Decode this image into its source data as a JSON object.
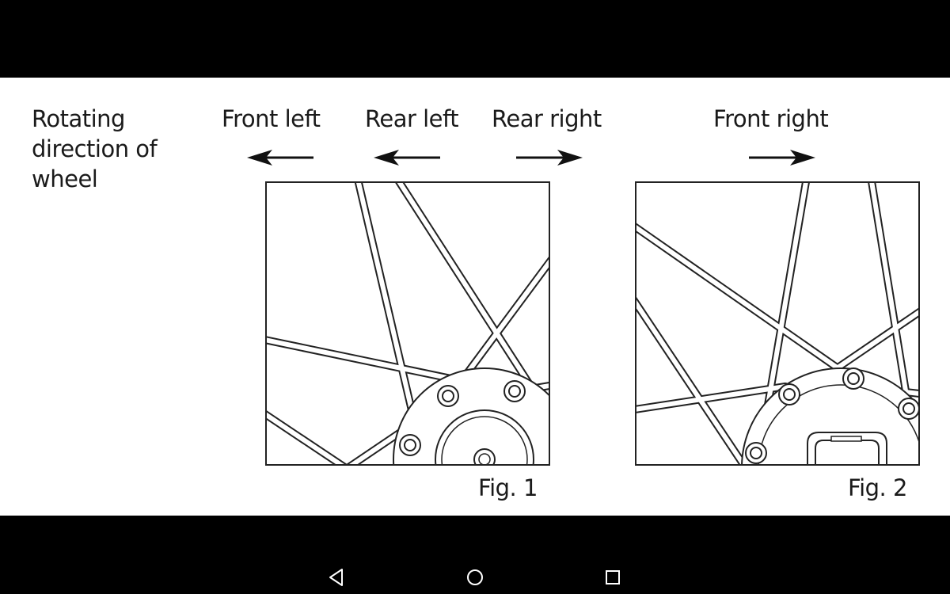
{
  "diagram": {
    "rotating_label": "Rotating direction of wheel",
    "front_left": "Front left",
    "rear_left": "Rear left",
    "rear_right": "Rear right",
    "front_right": "Front right",
    "fig1_caption": "Fig. 1",
    "fig2_caption": "Fig. 2"
  },
  "nav": {
    "back_icon": "back-triangle-icon",
    "home_icon": "home-circle-icon",
    "recents_icon": "recents-square-icon",
    "icon_color": "#ffffff"
  }
}
